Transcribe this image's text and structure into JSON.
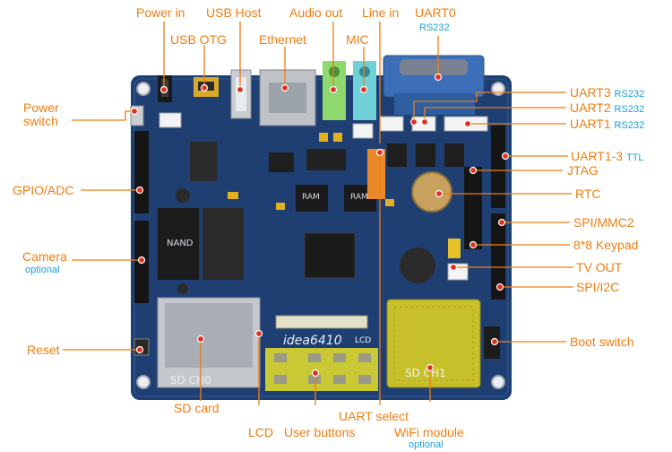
{
  "board": {
    "name": "idea6410",
    "lcd_silk": "LCD",
    "sd_ch0_silk": "SD CH0",
    "sd_ch1_silk": "SD CH1",
    "nand_chip": "NAND",
    "ram_chip": "RAM",
    "colors": {
      "pcb": "#1f3f73",
      "label": "#ef7d12",
      "sublabel": "#1aa0d8",
      "leader": "#ef7d12",
      "marker": "#e0301e",
      "wifi_module": "#c8c02a",
      "button_panel": "#e7e12a"
    }
  },
  "labels": {
    "power_in": "Power in",
    "usb_host": "USB Host",
    "audio_out": "Audio out",
    "line_in": "Line in",
    "uart0": "UART0",
    "uart0_sub": "RS232",
    "usb_otg": "USB OTG",
    "ethernet": "Ethernet",
    "mic": "MIC",
    "power_switch_1": "Power",
    "power_switch_2": "switch",
    "gpio_adc": "GPIO/ADC",
    "camera": "Camera",
    "camera_sub": "optional",
    "reset": "Reset",
    "uart3": "UART3",
    "uart3_sub": "RS232",
    "uart2": "UART2",
    "uart2_sub": "RS232",
    "uart1": "UART1",
    "uart1_sub": "RS232",
    "uart13": "UART1-3",
    "uart13_sub": "TTL",
    "jtag": "JTAG",
    "rtc": "RTC",
    "spi_mmc2": "SPI/MMC2",
    "keypad": "8*8 Keypad",
    "tv_out": "TV OUT",
    "spi_i2c": "SPI/I2C",
    "boot_switch": "Boot switch",
    "sd_card": "SD card",
    "lcd": "LCD",
    "user_buttons": "User buttons",
    "uart_select": "UART select",
    "wifi_module": "WiFi module",
    "wifi_sub": "optional"
  }
}
